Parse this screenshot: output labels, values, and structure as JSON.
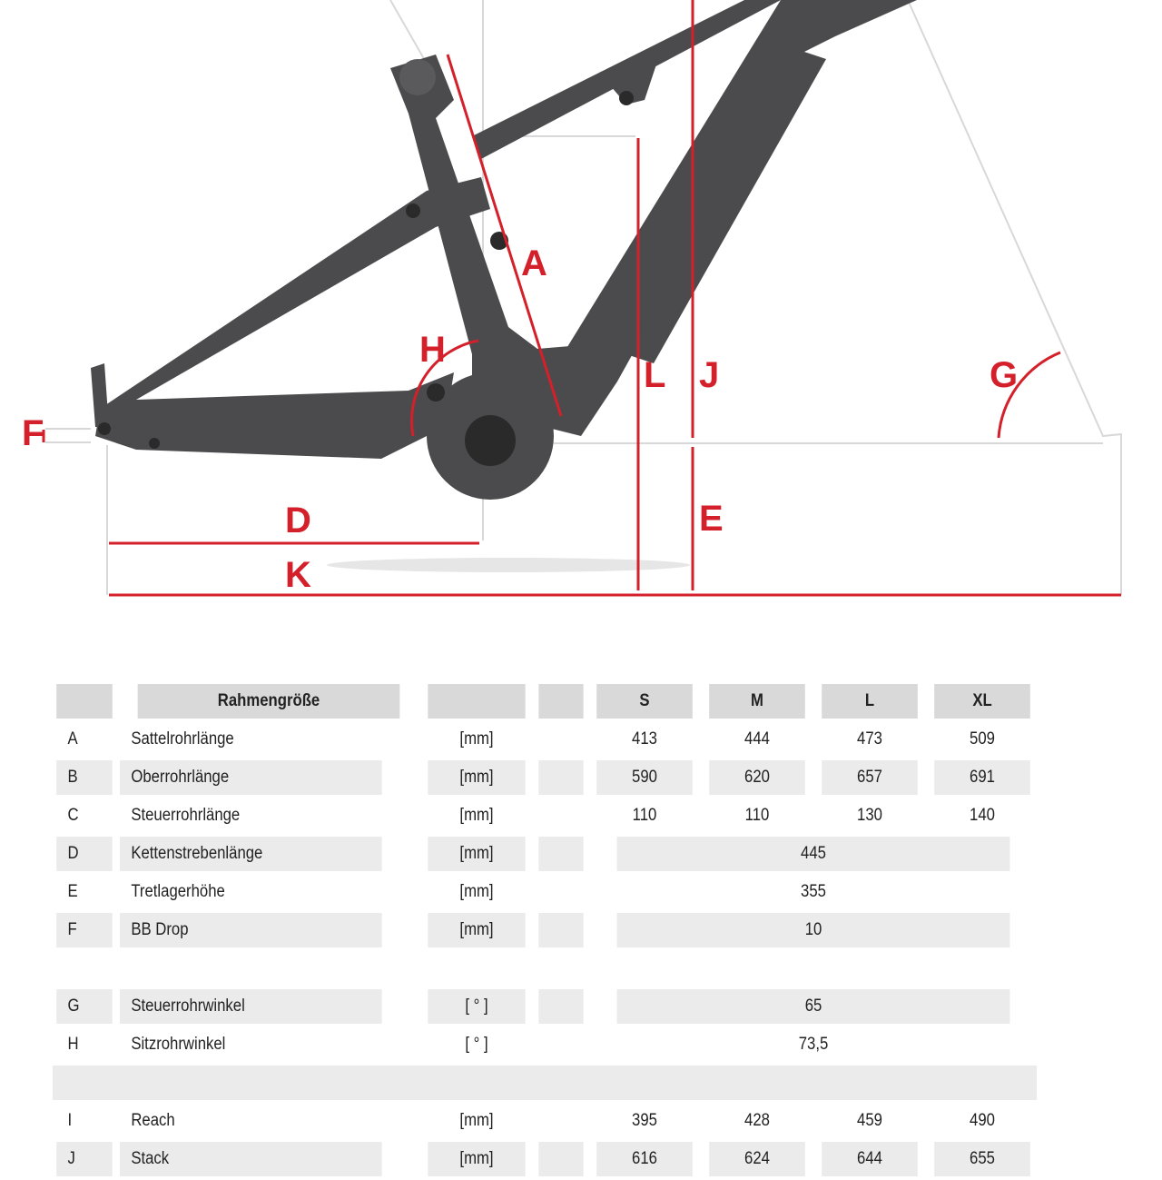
{
  "diagram": {
    "labels": {
      "A": "A",
      "D": "D",
      "E": "E",
      "F": "F",
      "G": "G",
      "H": "H",
      "J": "J",
      "K": "K",
      "L": "L"
    },
    "accent_color": "#d4202a",
    "frame_color": "#4b4b4d"
  },
  "table": {
    "header": {
      "title": "Rahmengröße",
      "sizes": [
        "S",
        "M",
        "L",
        "XL"
      ]
    },
    "rows": [
      {
        "letter": "A",
        "name": "Sattelrohrlänge",
        "unit": "[mm]",
        "values": [
          "413",
          "444",
          "473",
          "509"
        ]
      },
      {
        "letter": "B",
        "name": "Oberrohrlänge",
        "unit": "[mm]",
        "values": [
          "590",
          "620",
          "657",
          "691"
        ]
      },
      {
        "letter": "C",
        "name": "Steuerrohrlänge",
        "unit": "[mm]",
        "values": [
          "110",
          "110",
          "130",
          "140"
        ]
      },
      {
        "letter": "D",
        "name": "Kettenstrebenlänge",
        "unit": "[mm]",
        "value": "445"
      },
      {
        "letter": "E",
        "name": "Tretlagerhöhe",
        "unit": "[mm]",
        "value": "355"
      },
      {
        "letter": "F",
        "name": "BB Drop",
        "unit": "[mm]",
        "value": "10"
      },
      {
        "blank": true
      },
      {
        "letter": "G",
        "name": "Steuerrohrwinkel",
        "unit": "[ ° ]",
        "value": "65"
      },
      {
        "letter": "H",
        "name": "Sitzrohrwinkel",
        "unit": "[ ° ]",
        "value": "73,5"
      },
      {
        "separator": true
      },
      {
        "letter": "I",
        "name": "Reach",
        "unit": "[mm]",
        "values": [
          "395",
          "428",
          "459",
          "490"
        ]
      },
      {
        "letter": "J",
        "name": "Stack",
        "unit": "[mm]",
        "values": [
          "616",
          "624",
          "644",
          "655"
        ]
      }
    ]
  }
}
